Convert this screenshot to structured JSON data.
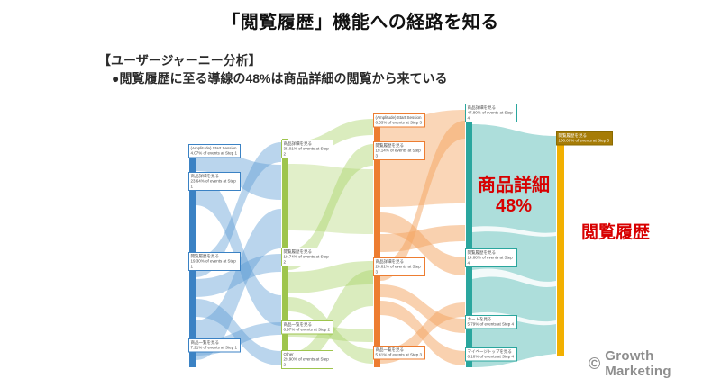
{
  "slide": {
    "title": "「閲覧履歴」機能への経路を知る",
    "subtitle_heading": "【ユーザージャーニー分析】",
    "subtitle_point": "●閲覧履歴に至る導線の48%は商品詳細の閲覧から来ている"
  },
  "annotations": {
    "product_line1": "商品詳細",
    "product_line2": "48%",
    "history": "閲覧履歴"
  },
  "footer": {
    "symbol": "©",
    "brand": "Growth Marketing"
  },
  "colors": {
    "step1_blue": "#3b82c4",
    "step2_green": "#9ec54d",
    "step3_orange": "#ed7d31",
    "step4_teal": "#2aa69e",
    "step5_gold": "#f2b000",
    "final_node_bg": "#a67c06",
    "annotation_red": "#d80000",
    "footer_gray": "#8e8e8e"
  },
  "chart_data": {
    "type": "sankey",
    "direction": "left-to-right",
    "steps": [
      {
        "step": 1,
        "color": "#3b82c4",
        "nodes": [
          {
            "label": "(Amplitude) Start Session",
            "percent": 4.07,
            "value_text": "4.07% of events at Step 1"
          },
          {
            "label": "商品詳細を見る",
            "percent": 23.64,
            "value_text": "23.64% of events at Step 1"
          },
          {
            "label": "閲覧履歴を見る",
            "percent": 19.3,
            "value_text": "19.30% of events at Step 1"
          },
          {
            "label": "商品一覧を見る",
            "percent": 7.21,
            "value_text": "7.21% of events at Step 1"
          }
        ]
      },
      {
        "step": 2,
        "color": "#9ec54d",
        "nodes": [
          {
            "label": "商品詳細を見る",
            "percent": 35.01,
            "value_text": "35.01% of events at Step 2"
          },
          {
            "label": "閲覧履歴を見る",
            "percent": 19.74,
            "value_text": "19.74% of events at Step 2"
          },
          {
            "label": "商品一覧を見る",
            "percent": 6.97,
            "value_text": "6.97% of events at Step 2"
          },
          {
            "label": "Other",
            "percent": 29.9,
            "value_text": "29.90% of events at Step 2"
          }
        ]
      },
      {
        "step": 3,
        "color": "#ed7d31",
        "nodes": [
          {
            "label": "(Amplitude) Start Session",
            "percent": 6.33,
            "value_text": "6.33% of events at Step 3"
          },
          {
            "label": "閲覧履歴を見る",
            "percent": 19.14,
            "value_text": "19.14% of events at Step 3"
          },
          {
            "label": "商品詳細を見る",
            "percent": 28.81,
            "value_text": "28.81% of events at Step 3"
          },
          {
            "label": "商品一覧を見る",
            "percent": 5.41,
            "value_text": "5.41% of events at Step 3"
          }
        ]
      },
      {
        "step": 4,
        "color": "#2aa69e",
        "nodes": [
          {
            "label": "商品詳細を見る",
            "percent": 47.8,
            "value_text": "47.80% of events at Step 4"
          },
          {
            "label": "閲覧履歴を見る",
            "percent": 14.88,
            "value_text": "14.88% of events at Step 4"
          },
          {
            "label": "カートを見る",
            "percent": 5.79,
            "value_text": "5.79% of events at Step 4"
          },
          {
            "label": "マイページトップを見る",
            "percent": 6.18,
            "value_text": "6.18% of events at Step 4"
          }
        ]
      },
      {
        "step": 5,
        "color": "#f2b000",
        "nodes": [
          {
            "label": "閲覧履歴を見る",
            "percent": 100.0,
            "value_text": "100.00% of events at Step 5"
          }
        ]
      }
    ],
    "highlight": {
      "product_detail_share_at_step4": "48%",
      "destination": "閲覧履歴"
    }
  }
}
